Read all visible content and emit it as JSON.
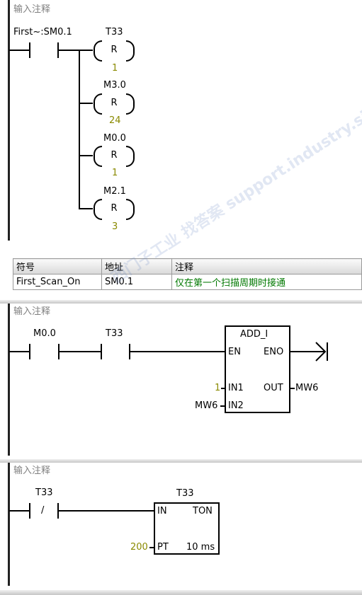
{
  "comment_placeholder": "输入注释",
  "network1": {
    "contact_label": "First~:SM0.1",
    "coils": [
      {
        "operand": "T33",
        "type": "R",
        "count": "1"
      },
      {
        "operand": "M3.0",
        "type": "R",
        "count": "24"
      },
      {
        "operand": "M0.0",
        "type": "R",
        "count": "1"
      },
      {
        "operand": "M2.1",
        "type": "R",
        "count": "3"
      }
    ],
    "symbol_table": {
      "headers": [
        "符号",
        "地址",
        "注释"
      ],
      "rows": [
        [
          "First_Scan_On",
          "SM0.1",
          "仅在第一个扫描周期时接通"
        ]
      ]
    }
  },
  "network2": {
    "contact1": "M0.0",
    "contact2": "T33",
    "block": {
      "title": "ADD_I",
      "en": "EN",
      "eno": "ENO",
      "in1": "IN1",
      "in2": "IN2",
      "out": "OUT",
      "in1_value": "1",
      "in2_value": "MW6",
      "out_value": "MW6"
    }
  },
  "network3": {
    "contact": "T33",
    "contact_symbol": "/",
    "timer": {
      "name": "T33",
      "in": "IN",
      "type": "TON",
      "pt": "PT",
      "pt_value": "200",
      "base": "10 ms"
    }
  },
  "watermark": "西门子工业 找答案 support.industry.siemens.com/cs"
}
